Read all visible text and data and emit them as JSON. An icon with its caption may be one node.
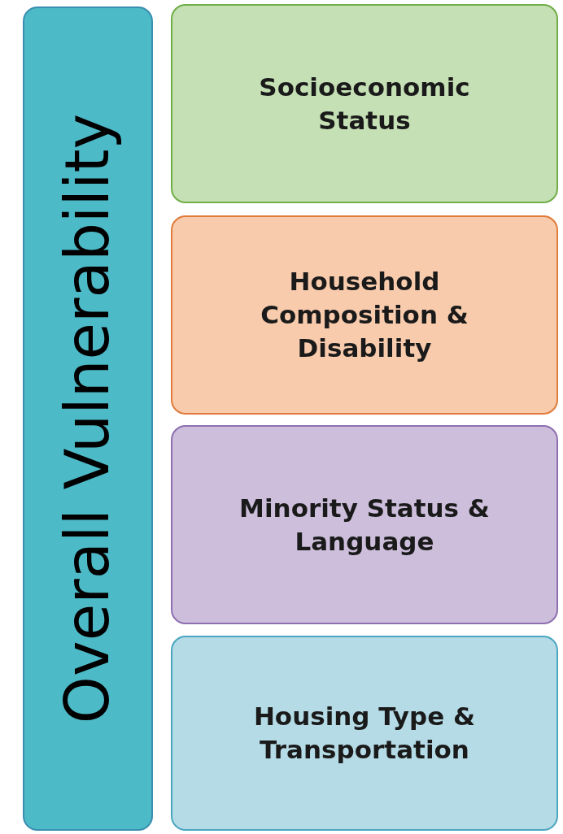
{
  "diagram": {
    "nodes": [
      {
        "text": [
          "Overall Vulnerability"
        ]
      },
      {
        "text": [
          "Socioeconomic Status"
        ]
      },
      {
        "text": [
          "Household Composition & Disability"
        ]
      },
      {
        "text": [
          "Minority Status & Language"
        ]
      },
      {
        "text": [
          "Housing Type & Transportation"
        ]
      }
    ]
  }
}
